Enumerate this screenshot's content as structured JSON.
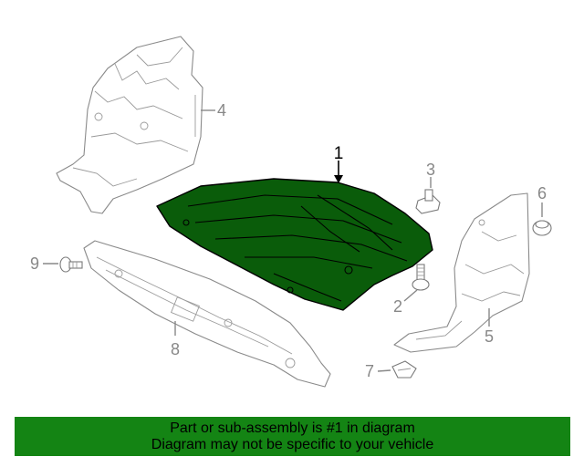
{
  "callouts": [
    {
      "id": "1",
      "label": "1"
    },
    {
      "id": "2",
      "label": "2"
    },
    {
      "id": "3",
      "label": "3"
    },
    {
      "id": "4",
      "label": "4"
    },
    {
      "id": "5",
      "label": "5"
    },
    {
      "id": "6",
      "label": "6"
    },
    {
      "id": "7",
      "label": "7"
    },
    {
      "id": "8",
      "label": "8"
    },
    {
      "id": "9",
      "label": "9"
    }
  ],
  "banner": {
    "line1": "Part or sub-assembly is #1 in diagram",
    "line2": "Diagram may not be specific to your vehicle"
  },
  "colors": {
    "highlight": "#0a5c0a",
    "banner": "#148414",
    "callout": "#888888"
  }
}
